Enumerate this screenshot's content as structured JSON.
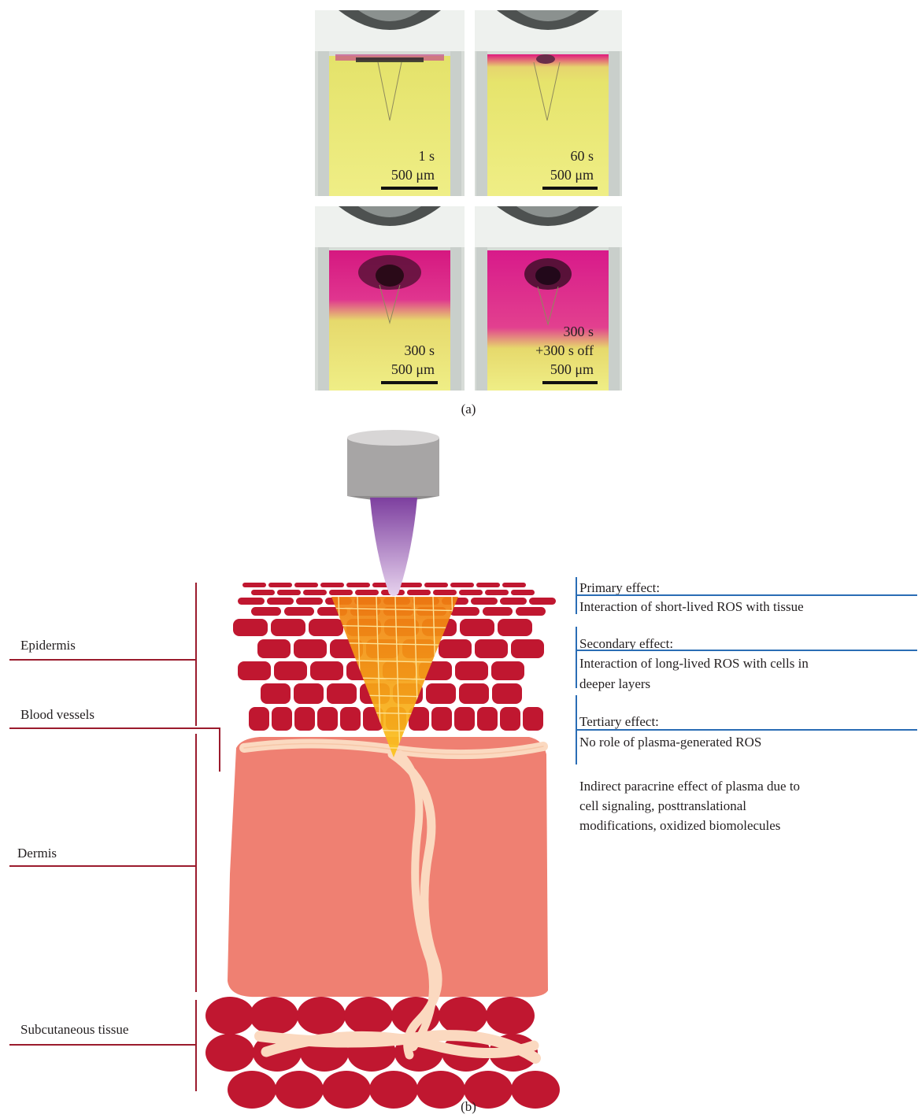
{
  "panel_a": {
    "caption": "(a)",
    "images": [
      {
        "time": "1 s",
        "time2": "",
        "scale": "500 μm"
      },
      {
        "time": "60 s",
        "time2": "",
        "scale": "500 μm"
      },
      {
        "time": "300 s",
        "time2": "",
        "scale": "500 μm"
      },
      {
        "time": "300 s",
        "time2": "+300 s off",
        "scale": "500 μm"
      }
    ]
  },
  "panel_b": {
    "caption": "(b)",
    "layers": {
      "epidermis": "Epidermis",
      "blood_vessels": "Blood vessels",
      "dermis": "Dermis",
      "subcutaneous": "Subcutaneous tissue"
    },
    "effects": {
      "primary_title": "Primary effect:",
      "primary_desc": "Interaction of short-lived ROS with tissue",
      "secondary_title": "Secondary effect:",
      "secondary_desc_1": "Interaction of long-lived ROS with cells in",
      "secondary_desc_2": "deeper layers",
      "tertiary_title": "Tertiary effect:",
      "tertiary_desc": "No role of plasma-generated ROS",
      "indirect_1": "Indirect paracrine effect of plasma due to",
      "indirect_2": "cell signaling, posttranslational",
      "indirect_3": "modifications, oxidized biomolecules"
    }
  },
  "colors": {
    "liquid": "#eaea7a",
    "magenta": "#e0189a",
    "cell_red": "#c01730",
    "dermis": "#ef8072",
    "vessel": "#fbd9c0",
    "plasma": "#8a4fb0",
    "cone": "#f7a414",
    "nozzle": "#a7a5a5",
    "leader_red": "#9b1b2d",
    "leader_blue": "#2a6db5"
  }
}
